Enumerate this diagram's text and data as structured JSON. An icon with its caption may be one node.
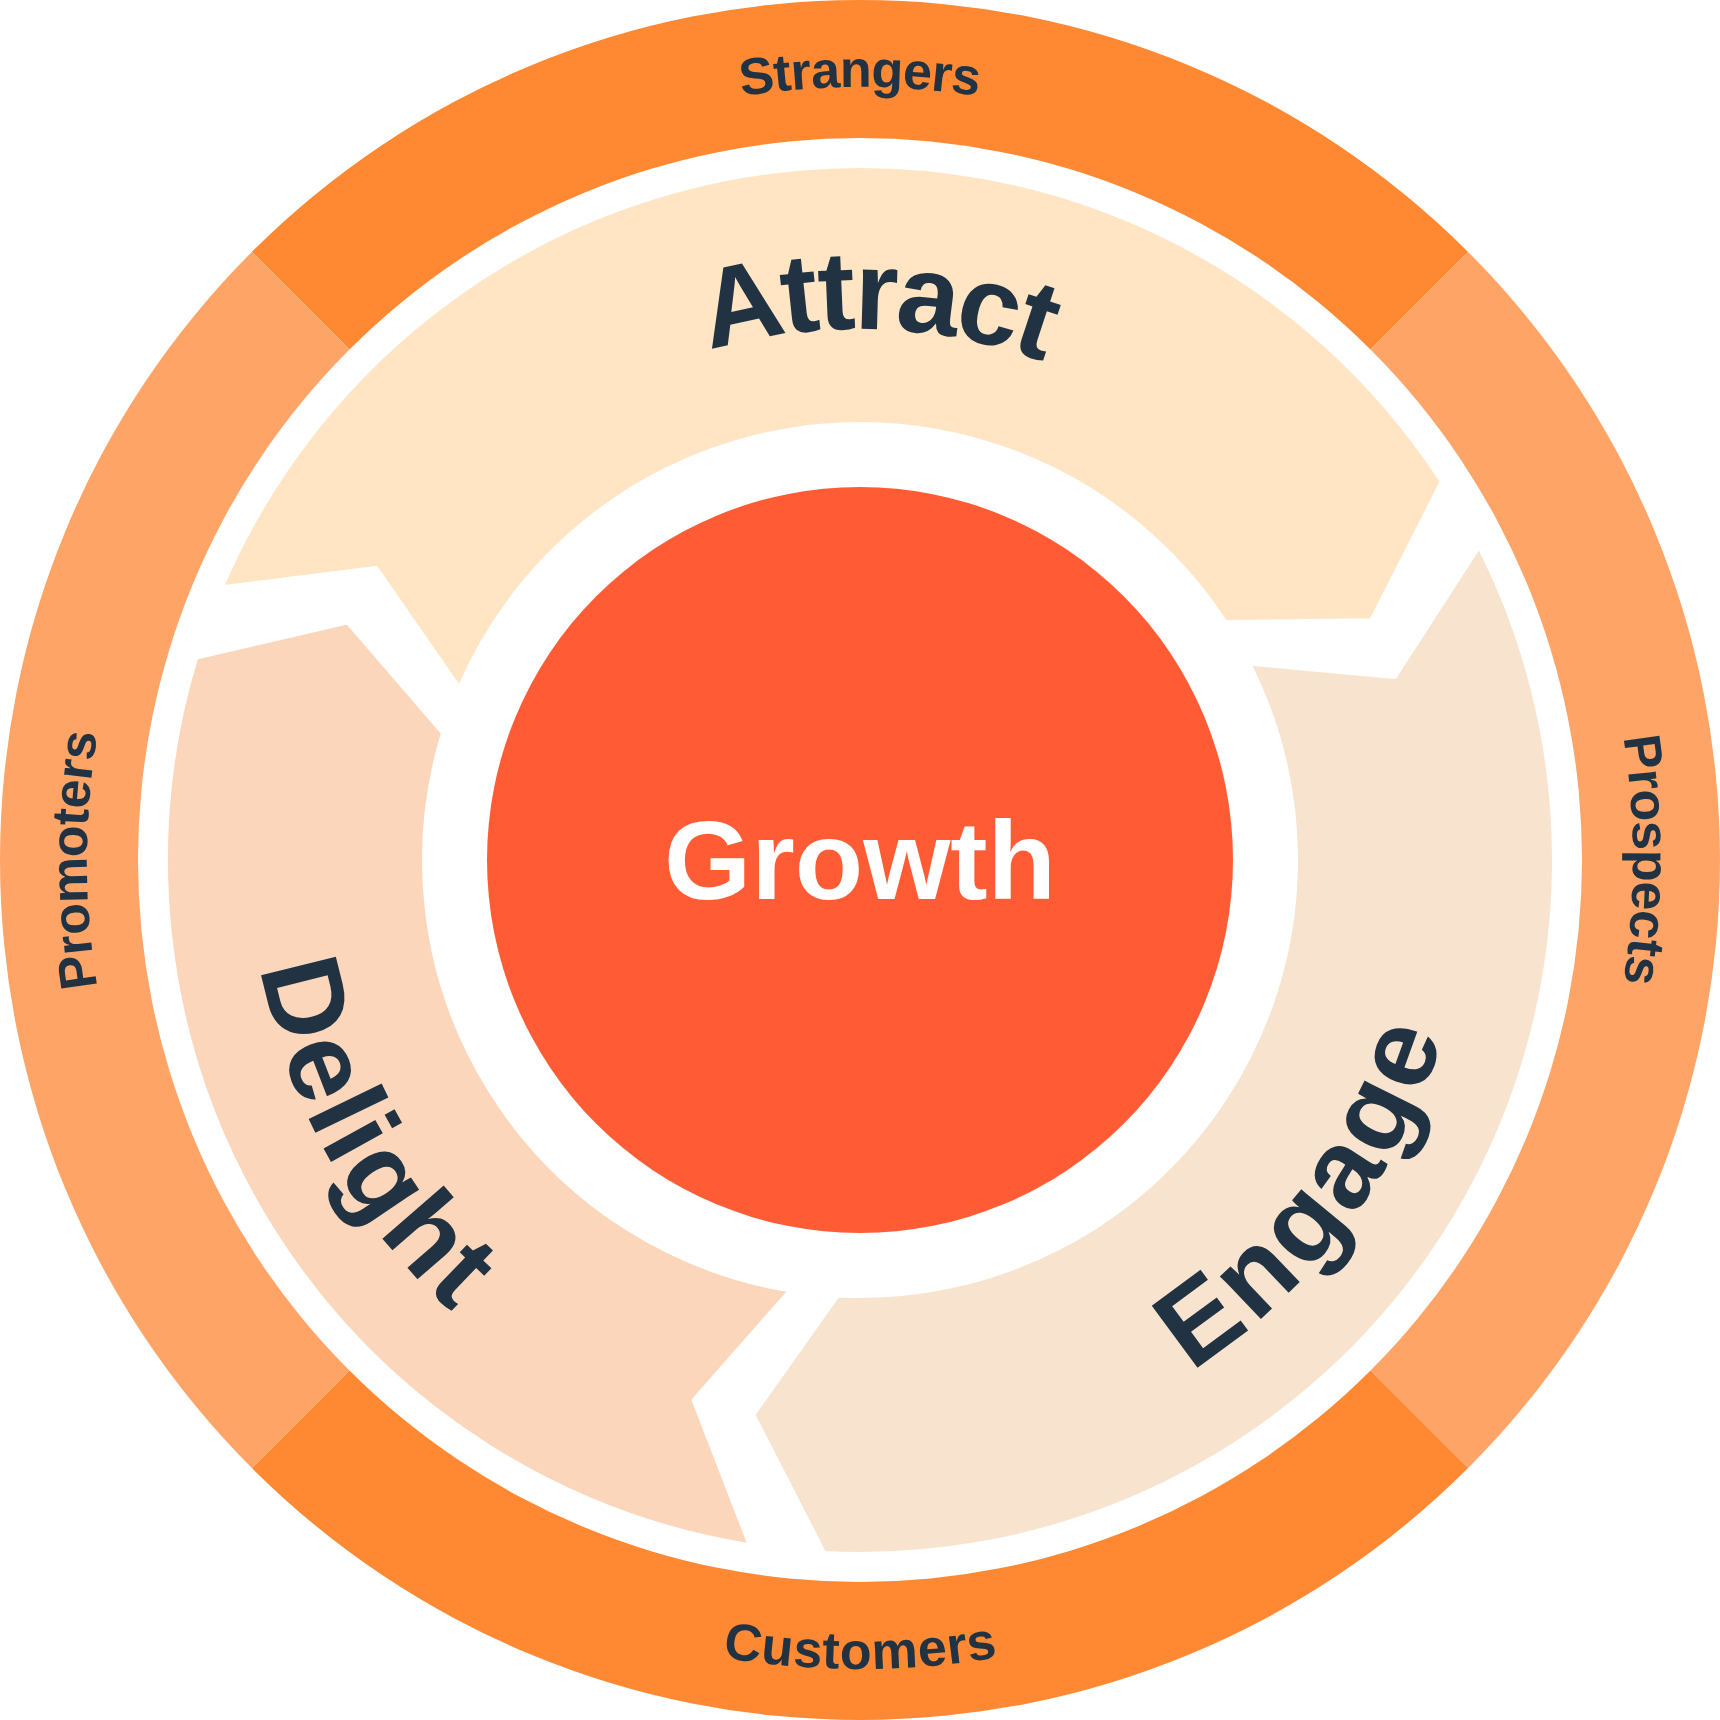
{
  "diagram": {
    "nodes": [
      {
        "text": [
          "Strangers"
        ]
      },
      {
        "text": [
          "Prospects"
        ]
      },
      {
        "text": [
          "Customers"
        ]
      },
      {
        "text": [
          "Promoters"
        ]
      },
      {
        "text": [
          "Attract"
        ]
      },
      {
        "text": [
          "Engage"
        ]
      },
      {
        "text": [
          "Delight"
        ]
      },
      {
        "text": [
          "Growth"
        ]
      }
    ]
  }
}
